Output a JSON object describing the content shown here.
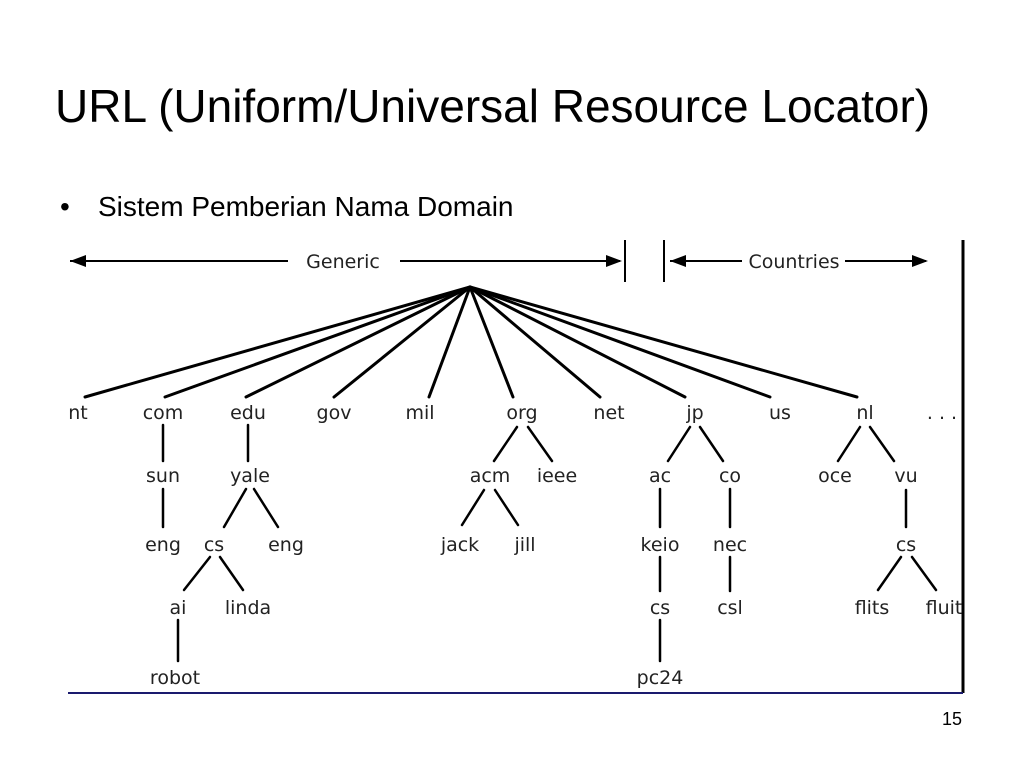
{
  "title": "URL (Uniform/Universal Resource Locator)",
  "bullet": {
    "symbol": "•",
    "text": "Sistem Pemberian Nama Domain"
  },
  "diagram": {
    "generic_label": "Generic",
    "countries_label": "Countries",
    "root": "",
    "ellipsis": ". . .",
    "tld": [
      "nt",
      "com",
      "edu",
      "gov",
      "mil",
      "org",
      "net",
      "jp",
      "us",
      "nl"
    ],
    "nodes": {
      "sun": "sun",
      "yale": "yale",
      "acm": "acm",
      "ieee": "ieee",
      "ac": "ac",
      "co": "co",
      "oce": "oce",
      "vu": "vu",
      "eng1": "eng",
      "cs1": "cs",
      "eng2": "eng",
      "jack": "jack",
      "jill": "jill",
      "keio": "keio",
      "nec": "nec",
      "cs3": "cs",
      "ai": "ai",
      "linda": "linda",
      "cs2": "cs",
      "csl": "csl",
      "flits": "flits",
      "fluit": "fluit",
      "robot": "robot",
      "pc24": "pc24"
    },
    "colors": {
      "line": "#000000",
      "text": "#222222",
      "frame": "#000000",
      "bottom_rule": "#1a1a6e"
    }
  },
  "slide_number": "15"
}
